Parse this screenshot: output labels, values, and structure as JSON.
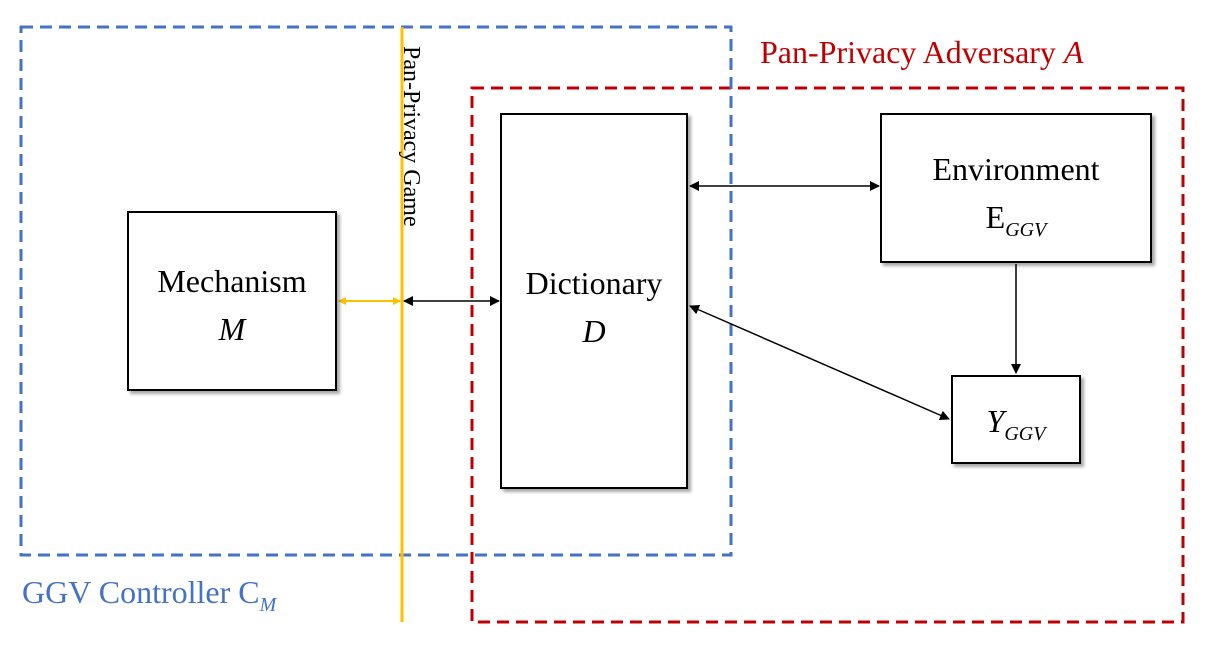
{
  "adversary": {
    "label": "Pan-Privacy Adversary",
    "symbol": "A"
  },
  "controller": {
    "label": "GGV Controller",
    "symbol": "C",
    "symbol_sub": "M"
  },
  "game_line": {
    "label": "Pan-Privacy Game"
  },
  "mechanism": {
    "name": "Mechanism",
    "symbol": "M"
  },
  "dictionary": {
    "name": "Dictionary",
    "symbol": "D"
  },
  "environment": {
    "name": "Environment",
    "symbol": "E",
    "symbol_sub": "GGV"
  },
  "output": {
    "symbol": "Y",
    "symbol_sub": "GGV"
  },
  "colors": {
    "adversary": "#c00000",
    "controller": "#4472c4",
    "game_line": "#ffc000",
    "game_arrow": "#ffc000",
    "arrows": "#000000"
  }
}
